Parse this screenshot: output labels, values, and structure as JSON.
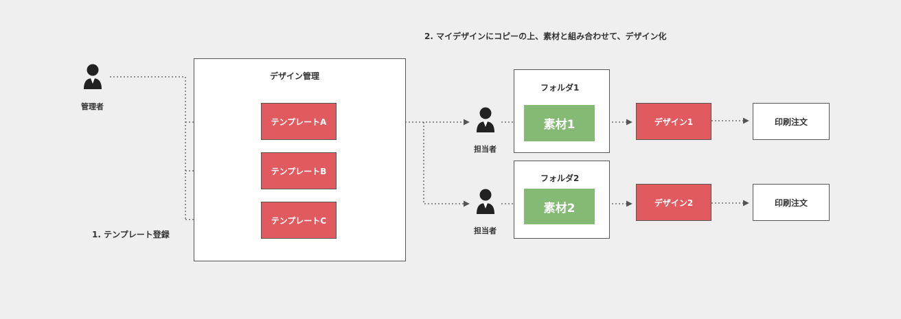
{
  "captions": {
    "step1": "1. テンプレート登録",
    "step2": "2. マイデザインにコピーの上、素材と組み合わせて、デザイン化"
  },
  "actors": {
    "admin": "管理者",
    "staff1": "担当者",
    "staff2": "担当者"
  },
  "design_management": {
    "title": "デザイン管理",
    "templates": [
      "テンプレートA",
      "テンプレートB",
      "テンプレートC"
    ]
  },
  "folders": [
    {
      "title": "フォルダ1",
      "material": "素材1",
      "design": "デザイン1",
      "order": "印刷注文"
    },
    {
      "title": "フォルダ2",
      "material": "素材2",
      "design": "デザイン2",
      "order": "印刷注文"
    }
  ],
  "colors": {
    "template_red": "#e05a5f",
    "material_green": "#84ba74",
    "background": "#efefef"
  },
  "icons": {
    "person": "person-icon"
  }
}
